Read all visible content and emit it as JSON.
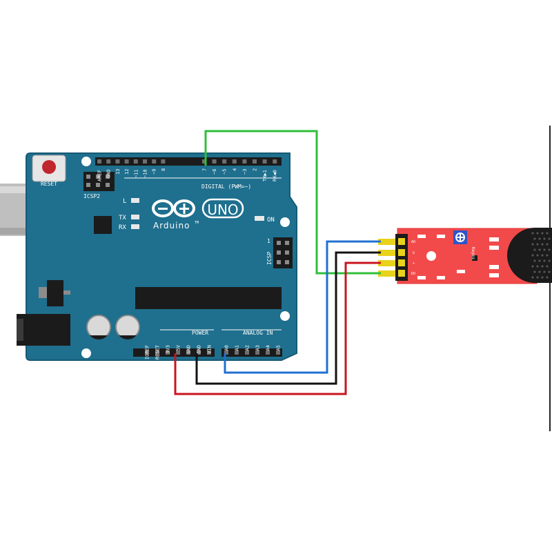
{
  "colors": {
    "board": "#1f6f8e",
    "board_edge": "#165a75",
    "header_black": "#1b1b1b",
    "sensor_board": "#f24a4a",
    "wire_green": "#2fbf3a",
    "wire_blue": "#1f6fd1",
    "wire_black": "#111111",
    "wire_red": "#c8141e",
    "wire_yellow": "#e8d21a",
    "usb_silver": "#bfbfbf",
    "reset_button": "#c0272d"
  },
  "arduino": {
    "reset_label": "RESET",
    "icsp2_label": "ICSP2",
    "icsp_label": "ICSP",
    "icsp_pin_label": "1",
    "led_l": "L",
    "led_tx": "TX",
    "led_rx": "RX",
    "led_on": "ON",
    "logo_uno": "UNO",
    "logo_brand": "Arduino",
    "logo_tm": "TM",
    "digital_label": "DIGITAL (PWM=~)",
    "digital_pins": [
      "AREF",
      "GND",
      "13",
      "12",
      "~11",
      "~10",
      "~9",
      "8",
      "7",
      "~6",
      "~5",
      "4",
      "~3",
      "2",
      "TX▶1",
      "RX◀0"
    ],
    "power_label": "POWER",
    "power_pins": [
      "IOREF",
      "RESET",
      "3V3",
      "5V",
      "GND",
      "GND",
      "VIN"
    ],
    "analog_label": "ANALOG IN",
    "analog_pins": [
      "A0",
      "A1",
      "A2",
      "A3",
      "A4",
      "A5"
    ]
  },
  "sensor": {
    "pin_labels": [
      "AO",
      "G",
      "+",
      "DO"
    ],
    "board_label": "Keyes"
  }
}
